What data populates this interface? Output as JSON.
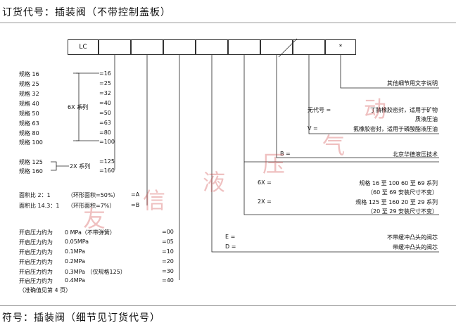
{
  "header": {
    "title": "订货代号：插装阀（不带控制盖板）"
  },
  "code_boxes": {
    "first": "LC",
    "last": "*"
  },
  "sizes": {
    "rows": [
      {
        "label": "规格 16",
        "code": "=16"
      },
      {
        "label": "规格 25",
        "code": "=25"
      },
      {
        "label": "规格 32",
        "code": "=32"
      },
      {
        "label": "规格 40",
        "code": "=40"
      },
      {
        "label": "规格 50",
        "code": "=50"
      },
      {
        "label": "规格 63",
        "code": "=63"
      },
      {
        "label": "规格 80",
        "code": "=80"
      },
      {
        "label": "规格 100",
        "code": "=100"
      }
    ],
    "series_6x": "6X 系列",
    "rows_2x": [
      {
        "label": "规格 125",
        "code": "=125"
      },
      {
        "label": "规格 160",
        "code": "=160"
      }
    ],
    "series_2x": "2X 系列"
  },
  "area_ratio": {
    "rows": [
      {
        "label": "面积比  2：1",
        "note": "（环形面积=50%）",
        "code": "=A"
      },
      {
        "label": "面积比  14.3：1",
        "note": "（环形面积=7%）",
        "code": "=B"
      }
    ]
  },
  "crack_pressure": {
    "rows": [
      {
        "label": "开启压力约为",
        "value": "0  MPa（不带弹簧）",
        "code": "=00"
      },
      {
        "label": "开启压力约为",
        "value": "0.05MPa",
        "code": "=05"
      },
      {
        "label": "开启压力约为",
        "value": "0.1MPa",
        "code": "=10"
      },
      {
        "label": "开启压力约为",
        "value": "0.2MPa",
        "code": "=20"
      },
      {
        "label": "开启压力约为",
        "value": "0.3MPa  （仅规格125）",
        "code": "=30"
      },
      {
        "label": "开启压力约为",
        "value": "0.4MPa",
        "code": "=40"
      }
    ],
    "note": "（准确值见第 4 页）"
  },
  "right": {
    "other_details": "其他细节用文字说明",
    "seal_none_key": "无代号  =",
    "seal_none_val1": "丁腈橡胶密封，适用于矿物",
    "seal_none_val2": "质液压油",
    "seal_v_key": "V    =",
    "seal_v_val": "氟橡胶密封，适用于磷酸酯液压油",
    "b_key": "B =",
    "b_val": "北京华德液压技术",
    "x6_key": "6X =",
    "x6_val1": "规格 16 至 100   60 至 69 系列",
    "x6_val2": "（60 至 69 安装尺寸不变）",
    "x2_key": "2X =",
    "x2_val1": "规格 125 至 160   20 至 29 系列",
    "x2_val2": "（20 至 29 安装尺寸不变）",
    "e_key": "E =",
    "e_val": "不带缓冲凸头的阀芯",
    "d_key": "D =",
    "d_val": "带缓冲凸头的阀芯"
  },
  "watermark": [
    "友",
    "信",
    "液",
    "压",
    "气",
    "动"
  ],
  "footer": {
    "title": "符号：插装阀（细节见订货代号）"
  }
}
